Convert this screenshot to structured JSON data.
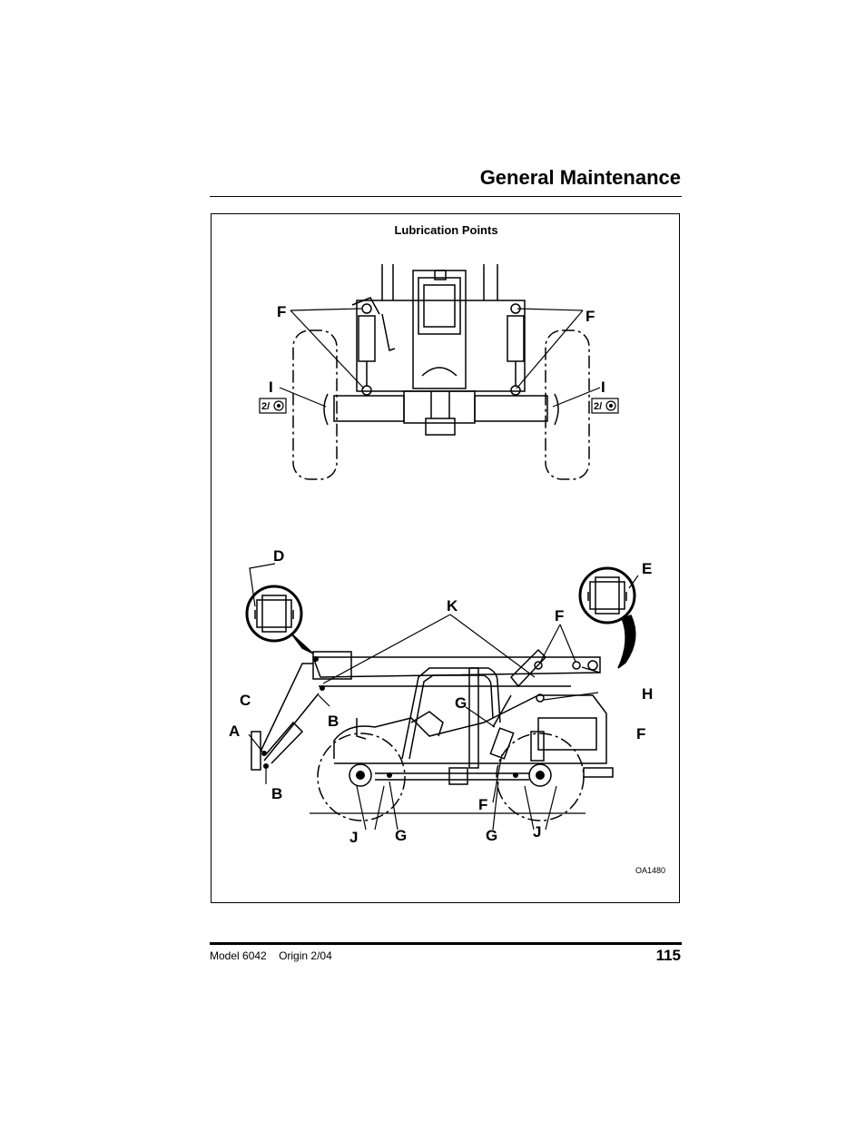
{
  "header": {
    "title": "General Maintenance"
  },
  "figure": {
    "title": "Lubrication Points",
    "code": "OA1480",
    "interval_badge": "2/",
    "callouts": {
      "f": "F",
      "i": "I",
      "d": "D",
      "e": "E",
      "k": "K",
      "c": "C",
      "a": "A",
      "b": "B",
      "g": "G",
      "h": "H",
      "j": "J"
    }
  },
  "footer": {
    "model": "Model  6042",
    "origin": "Origin  2/04",
    "page_number": "115"
  }
}
